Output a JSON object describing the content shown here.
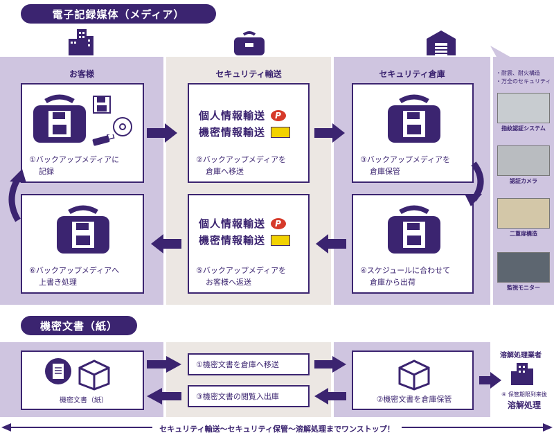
{
  "section_media": {
    "title": "電子記録媒体（メディア）",
    "col_customer": "お客様",
    "col_transport": "セキュリティ輸送",
    "col_warehouse": "セキュリティ倉庫",
    "steps": {
      "s1_line1": "①バックアップメディアに",
      "s1_line2": "記録",
      "s2_line1": "②バックアップメディアを",
      "s2_line2": "倉庫へ移送",
      "s3_line1": "③バックアップメディアを",
      "s3_line2": "倉庫保管",
      "s4_line1": "④スケジュールに合わせて",
      "s4_line2": "倉庫から出荷",
      "s5_line1": "⑤バックアップメディアを",
      "s5_line2": "お客様へ返送",
      "s6_line1": "⑥バックアップメディアへ",
      "s6_line2": "上書き処理"
    },
    "transport_top": {
      "line1": "個人情報輸送",
      "line2": "機密情報輸送",
      "p_mark": "P"
    },
    "transport_bottom": {
      "line1": "個人情報輸送",
      "line2": "機密情報輸送",
      "p_mark": "P"
    }
  },
  "side_panel": {
    "note1": "・耐震、耐火構造",
    "note2": "・万全のセキュリティ",
    "photos": [
      "指紋認証システム",
      "認証カメラ",
      "二重扉構造",
      "監視モニター"
    ]
  },
  "section_paper": {
    "title": "機密文書（紙）",
    "doc_label": "機密文書（紙）",
    "step1": "①機密文書を倉庫へ移送",
    "step3": "③機密文書の閲覧入出庫",
    "step2": "②機密文書を倉庫保管",
    "vendor_title": "溶解処理業者",
    "step4_line1": "④ 保管期限到来後",
    "step4_line2": "溶解処理"
  },
  "footer": {
    "tagline": "セキュリティ輸送～セキュリティ保管～溶解処理までワンストップ！"
  },
  "colors": {
    "primary": "#3b2470",
    "lavender": "#cfc5e0",
    "beige": "#ece7e3",
    "p_mark": "#d63a2a",
    "key": "#f2d200"
  }
}
